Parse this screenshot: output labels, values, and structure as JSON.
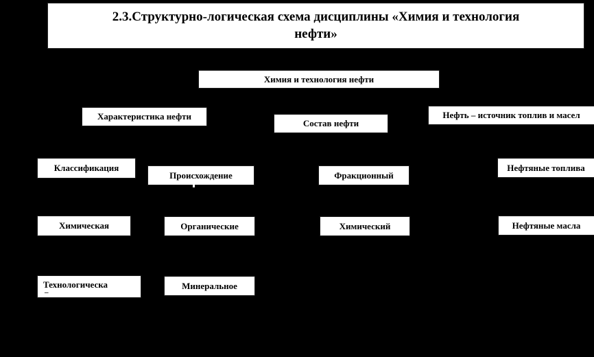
{
  "title": "2.3.Структурно-логическая схема дисциплины «Химия и технология нефти»",
  "colors": {
    "background": "#000000",
    "box_background": "#ffffff",
    "text": "#000000"
  },
  "nodes": {
    "root": {
      "label": "Химия и технология нефти"
    },
    "kharakteristika": {
      "label": "Характеристика нефти"
    },
    "sostav": {
      "label": "Состав нефти"
    },
    "istochnik": {
      "label": "Нефть – источник топлив и масел"
    },
    "klassifikatsiya": {
      "label": "Классификация"
    },
    "proiskhozhdenie": {
      "label": "Происхождение"
    },
    "fraktsionny": {
      "label": "Фракционный"
    },
    "neftyanye_topliva": {
      "label": "Нефтяные топлива"
    },
    "khimicheskaya": {
      "label": "Химическая"
    },
    "organicheskie": {
      "label": "Органические"
    },
    "khimichesky": {
      "label": "Химический"
    },
    "neftyanye_masla": {
      "label": "Нефтяные масла"
    },
    "tekhnologicheskaya": {
      "label": "Технологическа",
      "suffix": "–"
    },
    "mineralnoe": {
      "label": "Минеральное"
    }
  }
}
